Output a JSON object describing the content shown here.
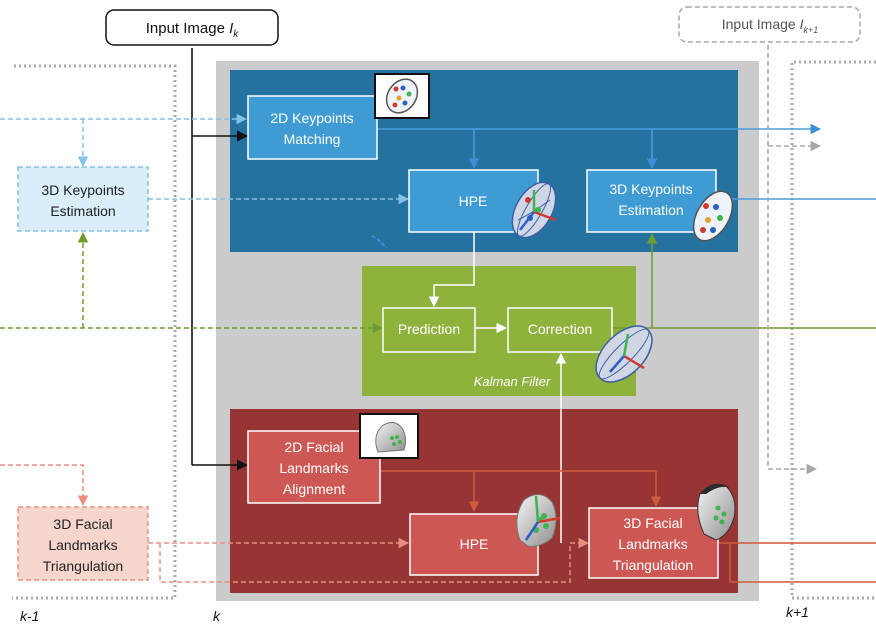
{
  "input_k": {
    "prefix": "Input Image ",
    "var": "I",
    "sub": "k"
  },
  "input_k1": {
    "prefix": "Input Image ",
    "var": "I",
    "sub": "k+1"
  },
  "frames": {
    "prev": "k-1",
    "cur": "k",
    "next": "k+1"
  },
  "keypoints_panel": {
    "matching": [
      "2D Keypoints",
      "Matching"
    ],
    "hpe": "HPE",
    "estimation": [
      "3D Keypoints",
      "Estimation"
    ]
  },
  "kalman_panel": {
    "prediction": "Prediction",
    "correction": "Correction",
    "label": "Kalman Filter"
  },
  "landmarks_panel": {
    "alignment": [
      "2D Facial",
      "Landmarks",
      "Alignment"
    ],
    "hpe": "HPE",
    "triangulation": [
      "3D Facial",
      "Landmarks",
      "Triangulation"
    ]
  },
  "prev_keypoints": [
    "3D Keypoints",
    "Estimation"
  ],
  "prev_landmarks": [
    "3D Facial",
    "Landmarks",
    "Triangulation"
  ],
  "colors": {
    "blue_panel": "#2571a0",
    "blue_box": "#3e9bd3",
    "green_panel": "#8fb23d",
    "red_panel": "#973434",
    "red_box": "#cc5753",
    "grey_bg": "#cbcbcb"
  }
}
